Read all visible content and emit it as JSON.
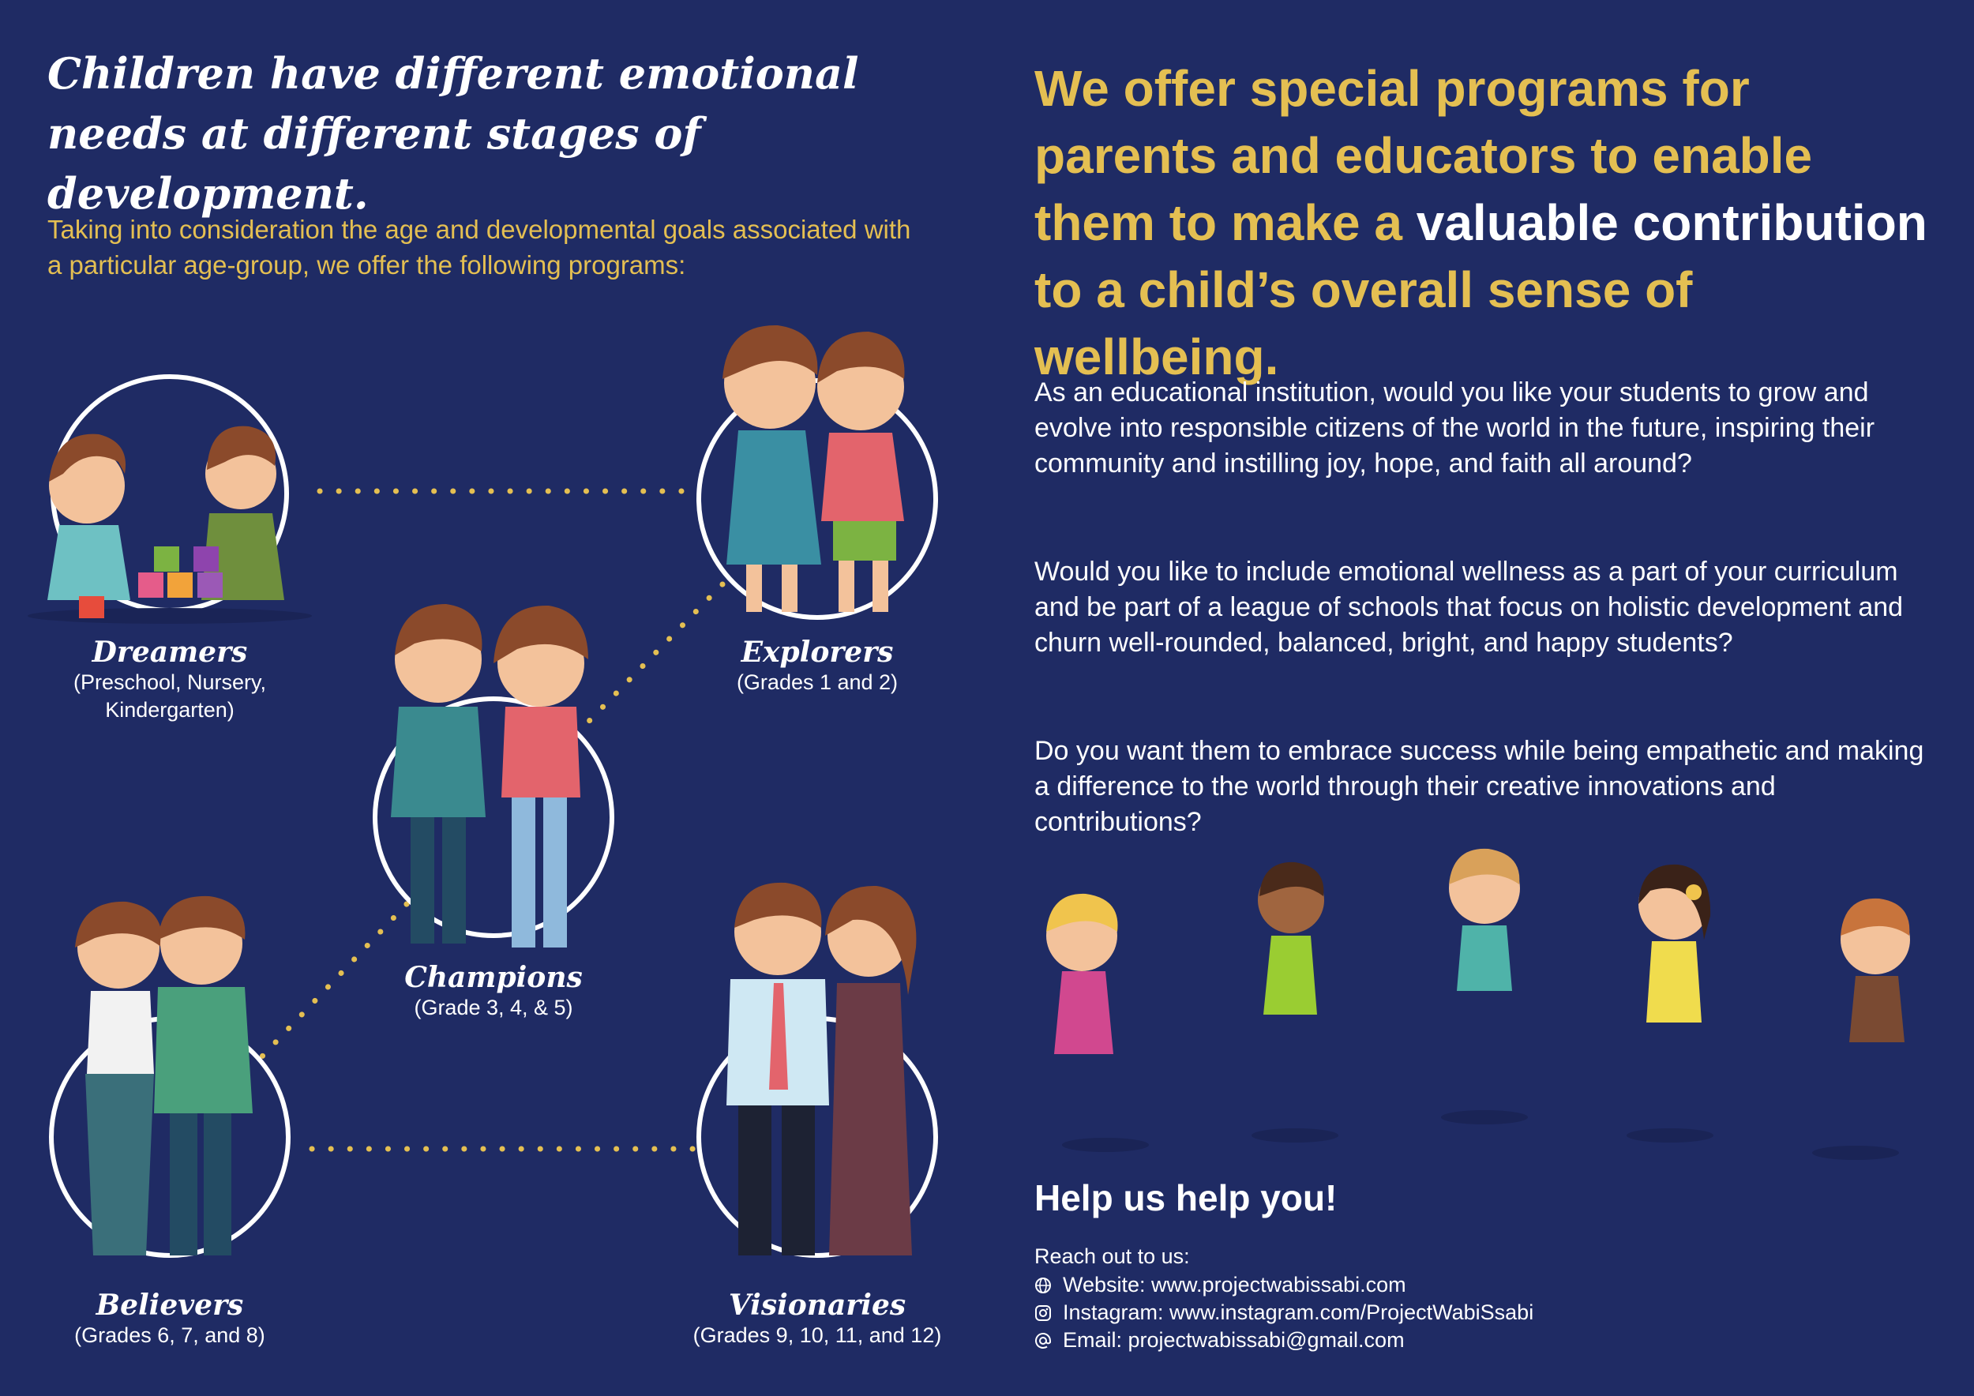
{
  "left": {
    "headline": "Children have different emotional needs at different stages of development.",
    "intro": "Taking into consideration the age and developmental goals associated with a particular age-group, we offer the following programs:"
  },
  "stages": [
    {
      "name": "Dreamers",
      "grades": "(Preschool, Nursery, Kindergarten)"
    },
    {
      "name": "Explorers",
      "grades": "(Grades 1 and 2)"
    },
    {
      "name": "Champions",
      "grades": "(Grade 3, 4, & 5)"
    },
    {
      "name": "Believers",
      "grades": "(Grades 6, 7, and 8)"
    },
    {
      "name": "Visionaries",
      "grades": "(Grades 9, 10, 11, and 12)"
    }
  ],
  "right": {
    "headline_pre": "We offer special programs for parents and educators to enable them to make a ",
    "headline_bold": "valuable contribution",
    "headline_post": " to a child’s overall sense of wellbeing.",
    "paragraphs": [
      "As an educational institution, would you like your students to grow and evolve into responsible citizens of the world in the future, inspiring their community and instilling joy, hope, and faith all around?",
      "Would you like to include emotional wellness as a part of your curriculum and be part of a league of schools that focus on holistic development and churn well-rounded, balanced, bright, and happy students?",
      "Do you want them to embrace success while being empathetic and making a difference to the world through their creative innovations and contributions?"
    ],
    "help_title": "Help us help you!",
    "contact_lead": "Reach out to us:",
    "contacts": [
      {
        "icon": "globe-icon",
        "text": "Website: www.projectwabissabi.com"
      },
      {
        "icon": "instagram-icon",
        "text": "Instagram: www.instagram.com/ProjectWabiSsabi"
      },
      {
        "icon": "at-icon",
        "text": "Email: projectwabissabi@gmail.com"
      }
    ]
  },
  "colors": {
    "background": "#1f2b64",
    "accent_gold": "#e4bf52",
    "text_white": "#ffffff"
  }
}
